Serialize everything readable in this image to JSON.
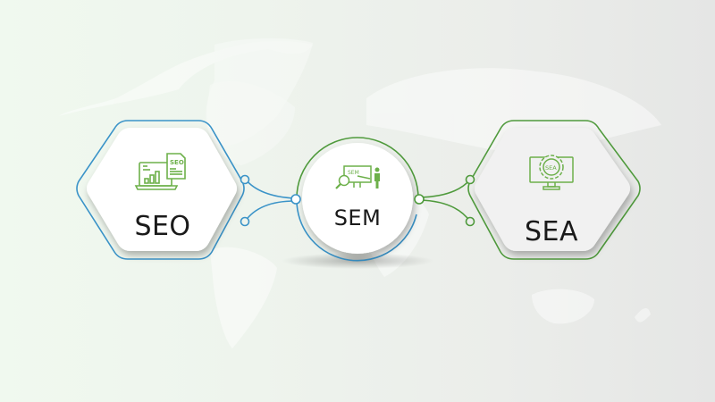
{
  "diagram": {
    "type": "process-flow",
    "background": {
      "gradient_left": "#f0f9ef",
      "gradient_right": "#e5e6e5",
      "map": "world-map-silhouette"
    },
    "colors": {
      "blue_outline": "#3a93c8",
      "green_outline": "#4f9a3c",
      "icon_green": "#6db04a",
      "text": "#1a1a1a"
    },
    "nodes": [
      {
        "id": "seo",
        "shape": "hexagon",
        "label": "SEO",
        "icon": "laptop-report-icon",
        "icon_text": "SEO",
        "outline": "blue"
      },
      {
        "id": "sem",
        "shape": "circle",
        "label": "SEM",
        "icon": "presentation-magnifier-icon",
        "icon_text": "SEM",
        "outline": "green-top-blue-bottom"
      },
      {
        "id": "sea",
        "shape": "hexagon",
        "label": "SEA",
        "icon": "monitor-gear-icon",
        "icon_text": "SEA",
        "outline": "green"
      }
    ],
    "edges": [
      {
        "from": "seo",
        "to": "sem",
        "color": "blue"
      },
      {
        "from": "sem",
        "to": "sea",
        "color": "green"
      }
    ]
  }
}
